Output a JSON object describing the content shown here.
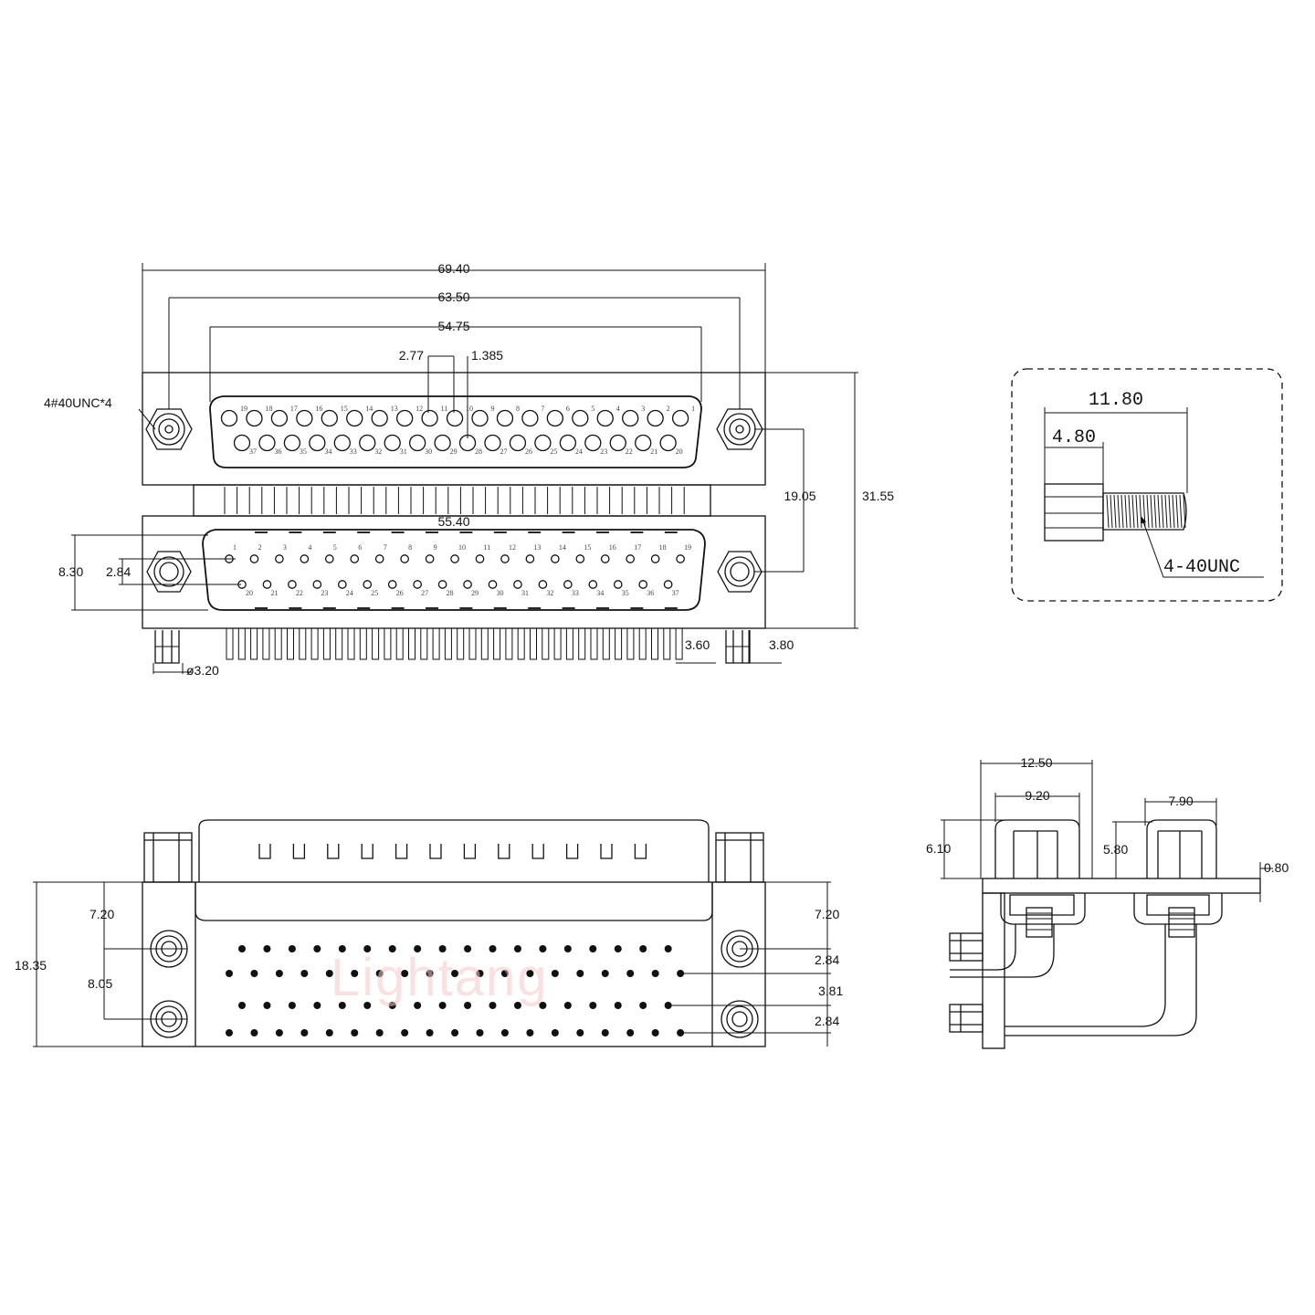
{
  "drawing": {
    "front_view": {
      "dims": {
        "overall_width": "69.40",
        "mount_pitch": "63.50",
        "shell_width_top": "54.75",
        "pitch_a": "2.77",
        "pitch_b": "1.385",
        "thread_callout": "4#40UNC*4",
        "vertical_offset": "19.05",
        "overall_height": "31.55",
        "shell_width_bottom": "55.40",
        "left_a": "8.30",
        "left_b": "2.84",
        "hole_dia": "ø3.20",
        "pin_length": "3.60",
        "right_offset": "3.80"
      },
      "top_row1_pins": [
        "19",
        "18",
        "17",
        "16",
        "15",
        "14",
        "13",
        "12",
        "11",
        "10",
        "9",
        "8",
        "7",
        "6",
        "5",
        "4",
        "3",
        "2",
        "1"
      ],
      "top_row2_pins": [
        "37",
        "36",
        "35",
        "34",
        "33",
        "32",
        "31",
        "30",
        "29",
        "28",
        "27",
        "26",
        "25",
        "24",
        "23",
        "22",
        "21",
        "20"
      ],
      "bottom_row1_pins": [
        "1",
        "2",
        "3",
        "4",
        "5",
        "6",
        "7",
        "8",
        "9",
        "10",
        "11",
        "12",
        "13",
        "14",
        "15",
        "16",
        "17",
        "18",
        "19"
      ],
      "bottom_row2_pins": [
        "20",
        "21",
        "22",
        "23",
        "24",
        "25",
        "26",
        "27",
        "28",
        "29",
        "30",
        "31",
        "32",
        "33",
        "34",
        "35",
        "36",
        "37"
      ]
    },
    "screw_detail": {
      "total_length": "11.80",
      "hex_length": "4.80",
      "thread": "4-40UNC"
    },
    "footprint_view": {
      "dims": {
        "height": "18.35",
        "left_top": "7.20",
        "left_mid": "8.05",
        "right_top": "7.20",
        "row_pitch_1": "2.84",
        "row_gap": "3.81",
        "row_pitch_2": "2.84"
      }
    },
    "side_view": {
      "dims": {
        "width_a": "12.50",
        "width_b": "9.20",
        "height_a": "6.10",
        "width_c": "7.90",
        "height_b": "5.80",
        "plate": "0.80"
      }
    },
    "watermark": "Lightang"
  }
}
